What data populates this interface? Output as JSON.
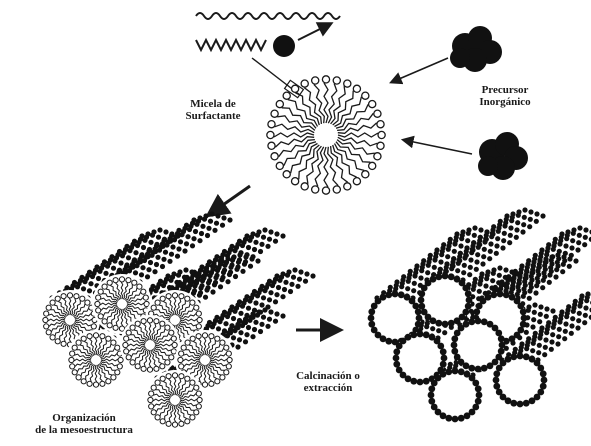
{
  "labels": {
    "micelle_line1": "Micela de",
    "micelle_line2": "Surfactante",
    "precursor_line1": "Precursor",
    "precursor_line2": "Inorgánico",
    "process_line1": "Calcinación o",
    "process_line2": "extracción",
    "organization_line1": "Organización",
    "organization_line2": "de la mesoestructura"
  },
  "colors": {
    "ink": "#1a1a1a",
    "background": "#ffffff",
    "precursor_cluster": "#111111"
  }
}
